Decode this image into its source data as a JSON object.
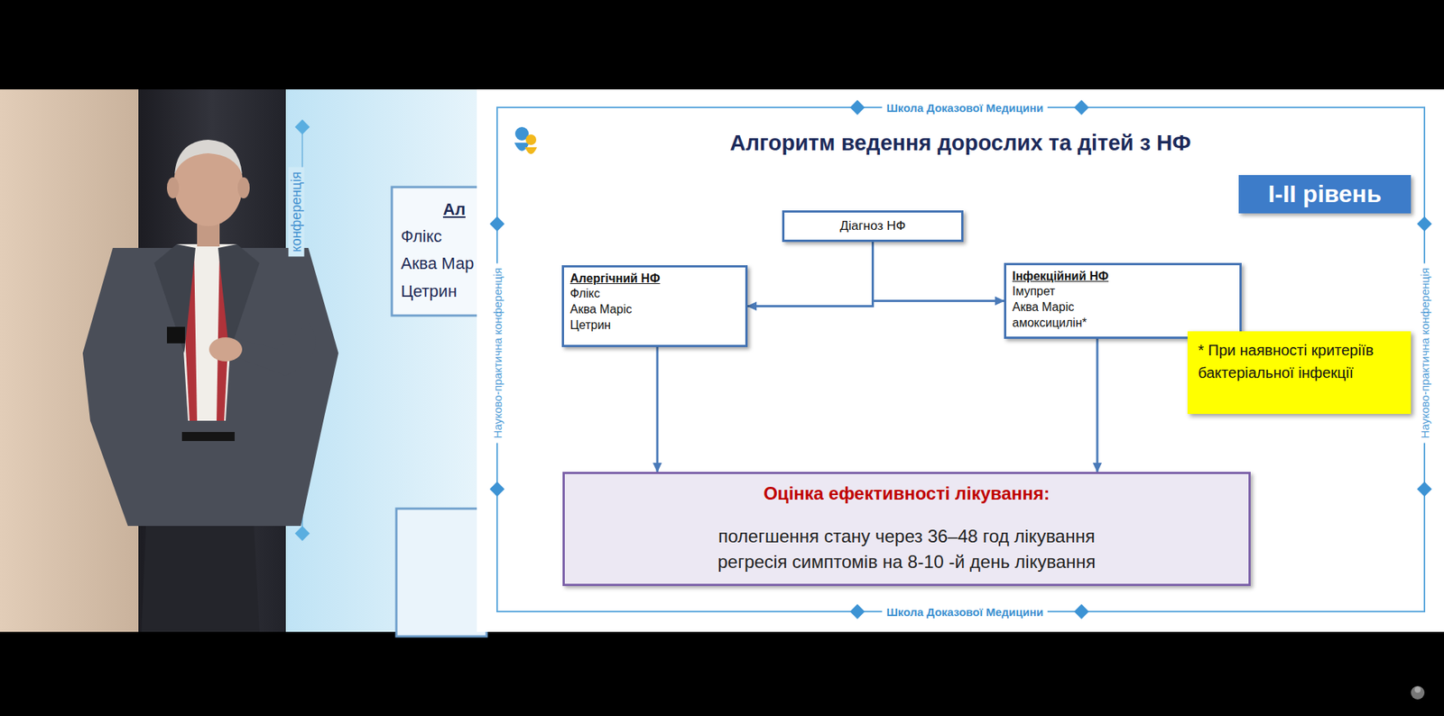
{
  "diagram": {
    "title": "Алгоритм ведення дорослих та дітей з НФ",
    "nodes": [
      {
        "text": [
          "І-ІІ рівень"
        ]
      },
      {
        "text": [
          "Діагноз НФ"
        ]
      },
      {
        "text": [
          "Алергічний НФ",
          "Флікс",
          "Аква Маріс",
          "Цетрин"
        ]
      },
      {
        "text": [
          "Інфекційний НФ",
          "Імупрет",
          "Аква Маріс",
          "амоксицилін*"
        ]
      },
      {
        "text": [
          "* При наявності критеріїв бактеріальної інфекції"
        ]
      },
      {
        "text": [
          "Оцінка ефективності лікування:",
          "полегшення стану через 36–48 год лікування",
          "регресія симптомів на 8-10 -й день лікування"
        ]
      }
    ],
    "edges": [
      {
        "from": 1,
        "to": 2,
        "arrow": "to"
      },
      {
        "from": 1,
        "to": 3,
        "arrow": "to"
      },
      {
        "from": 2,
        "to": 5,
        "arrow": "to"
      },
      {
        "from": 3,
        "to": 5,
        "arrow": "to"
      }
    ],
    "labels": [
      "Школа Доказової Медицини",
      "Школа Доказової Медицини",
      "Науково-практична конференція",
      "Науково-практична конференція",
      "Ал",
      "Флікс",
      "Аква Мар",
      "Цетрин",
      "конференція"
    ]
  }
}
